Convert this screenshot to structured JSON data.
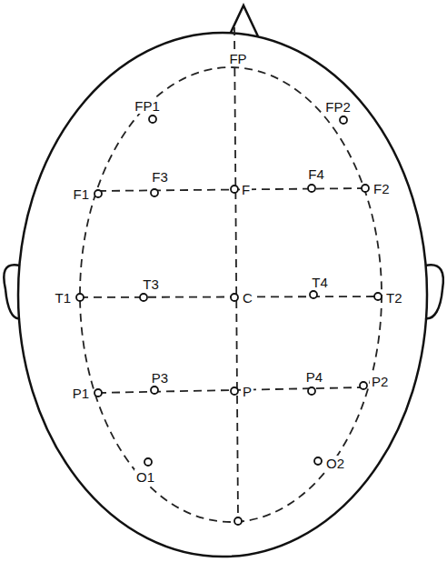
{
  "diagram": {
    "labels": [
      "FP",
      "FP1",
      "FP2",
      "F1",
      "F3",
      "F",
      "F4",
      "F2",
      "T1",
      "T3",
      "C",
      "T4",
      "T2",
      "P1",
      "P3",
      "P",
      "P4",
      "P2",
      "O1",
      "O2"
    ]
  }
}
